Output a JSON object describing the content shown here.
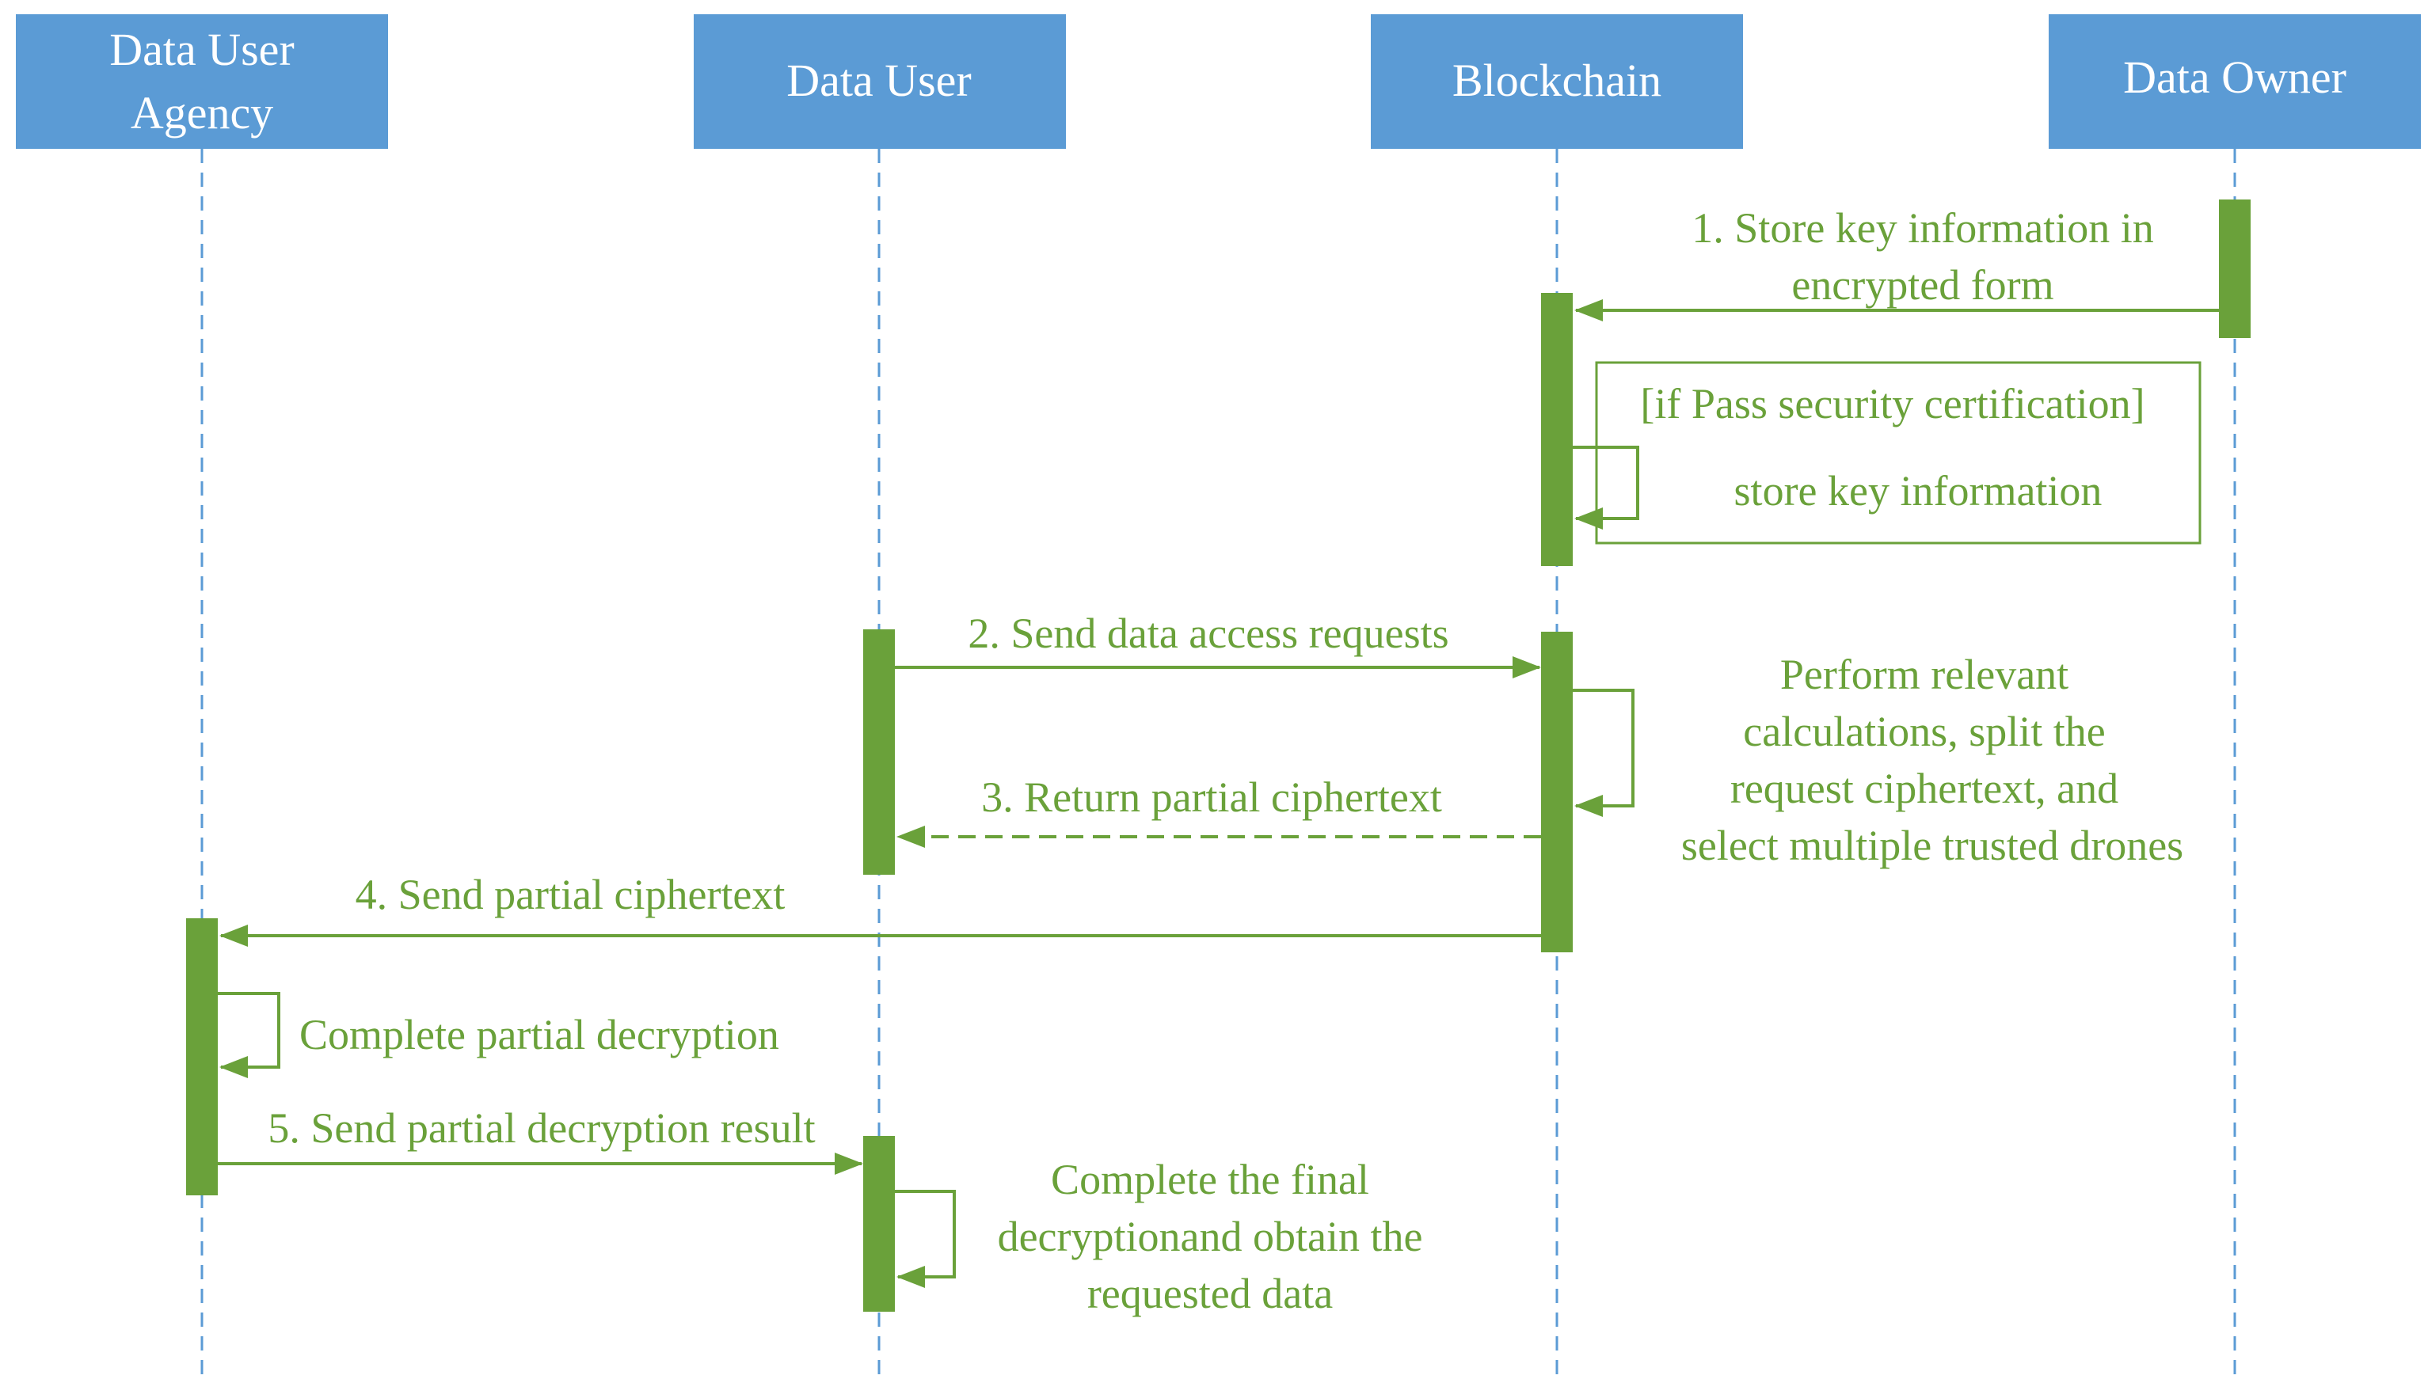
{
  "actors": [
    {
      "id": "agency",
      "lines": [
        "Data User",
        "Agency"
      ]
    },
    {
      "id": "user",
      "lines": [
        "Data User"
      ]
    },
    {
      "id": "blockchain",
      "lines": [
        "Blockchain"
      ]
    },
    {
      "id": "owner",
      "lines": [
        "Data Owner"
      ]
    }
  ],
  "messages": {
    "m1": [
      "1. Store key information in",
      "encrypted form"
    ],
    "guard": "[if Pass security certification]",
    "self_store": "store key information",
    "m2": "2. Send data access requests",
    "self_calc": [
      "Perform relevant",
      "calculations, split the",
      "request ciphertext, and",
      "select multiple trusted drones"
    ],
    "m3": "3. Return partial ciphertext",
    "m4": "4. Send partial ciphertext",
    "self_decrypt": "Complete partial decryption",
    "m5": "5. Send partial decryption result",
    "self_final": [
      "Complete the final",
      "decryptionand obtain the",
      "requested data"
    ]
  },
  "colors": {
    "actor_fill": "#5B9BD5",
    "lifeline": "#5B9BD5",
    "message": "#6AA13A"
  }
}
